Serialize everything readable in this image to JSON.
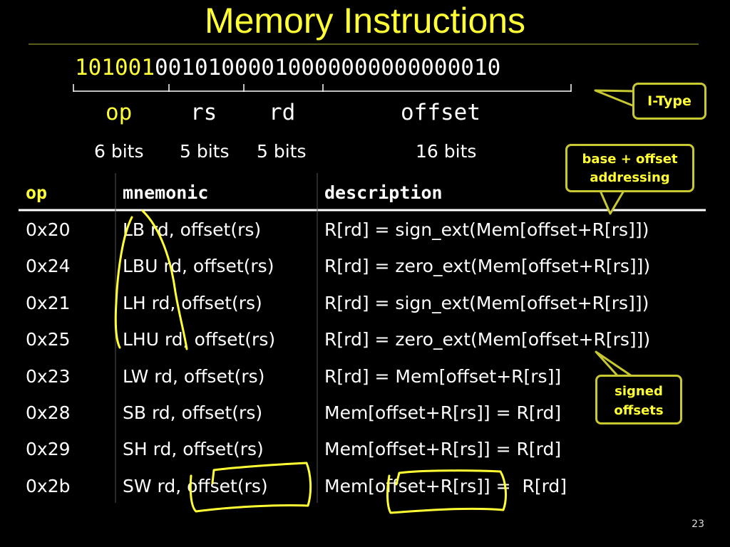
{
  "title": "Memory Instructions",
  "encoding": {
    "op_bits": "101001",
    "rest_bits": "00101000010000000000000010",
    "fields": [
      {
        "name": "op",
        "width": "6 bits"
      },
      {
        "name": "rs",
        "width": "5 bits"
      },
      {
        "name": "rd",
        "width": "5 bits"
      },
      {
        "name": "offset",
        "width": "16 bits"
      }
    ]
  },
  "callouts": {
    "itype": "I-Type",
    "base_offset_line1": "base + offset",
    "base_offset_line2": "addressing",
    "signed_line1": "signed",
    "signed_line2": "offsets"
  },
  "table": {
    "headers": [
      "op",
      "mnemonic",
      "description"
    ],
    "rows": [
      {
        "op": "0x20",
        "mnemonic": "LB rd, offset(rs)",
        "description": "R[rd] = sign_ext(Mem[offset+R[rs]])"
      },
      {
        "op": "0x24",
        "mnemonic": "LBU rd, offset(rs)",
        "description": "R[rd] = zero_ext(Mem[offset+R[rs]])"
      },
      {
        "op": "0x21",
        "mnemonic": "LH rd, offset(rs)",
        "description": "R[rd] = sign_ext(Mem[offset+R[rs]])"
      },
      {
        "op": "0x25",
        "mnemonic": "LHU rd, offset(rs)",
        "description": "R[rd] = zero_ext(Mem[offset+R[rs]])"
      },
      {
        "op": "0x23",
        "mnemonic": "LW rd, offset(rs)",
        "description": "R[rd] = Mem[offset+R[rs]]"
      },
      {
        "op": "0x28",
        "mnemonic": "SB rd, offset(rs)",
        "description": "Mem[offset+R[rs]] = R[rd]"
      },
      {
        "op": "0x29",
        "mnemonic": "SH rd, offset(rs)",
        "description": "Mem[offset+R[rs]] = R[rd]"
      },
      {
        "op": "0x2b",
        "mnemonic": "SW rd, offset(rs)",
        "description": "Mem[offset+R[rs]] =  R[rd]"
      }
    ]
  },
  "slide_number": "23",
  "colors": {
    "accent": "#ffff33",
    "callout_border": "#c8c832",
    "background": "#000000"
  }
}
